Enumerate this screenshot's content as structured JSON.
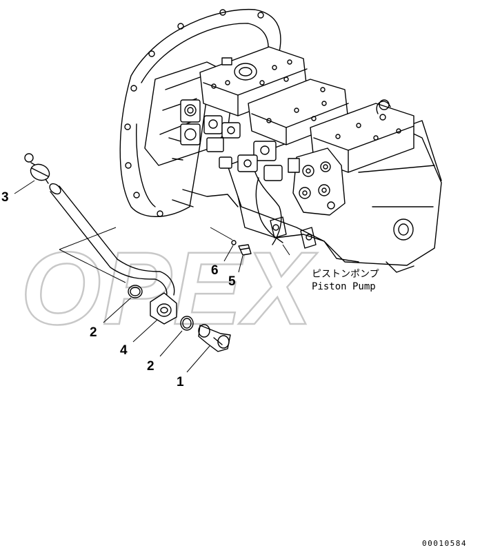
{
  "watermark_text": "OPEX",
  "assembly_caption_jp": "ピストンポンプ",
  "assembly_caption_en": "Piston Pump",
  "document_id": "00010584",
  "callouts": [
    {
      "part": "3",
      "label": "3"
    },
    {
      "part": "2a",
      "label": "2"
    },
    {
      "part": "4",
      "label": "4"
    },
    {
      "part": "2b",
      "label": "2"
    },
    {
      "part": "1",
      "label": "1"
    },
    {
      "part": "6",
      "label": "6"
    },
    {
      "part": "5",
      "label": "5"
    }
  ]
}
